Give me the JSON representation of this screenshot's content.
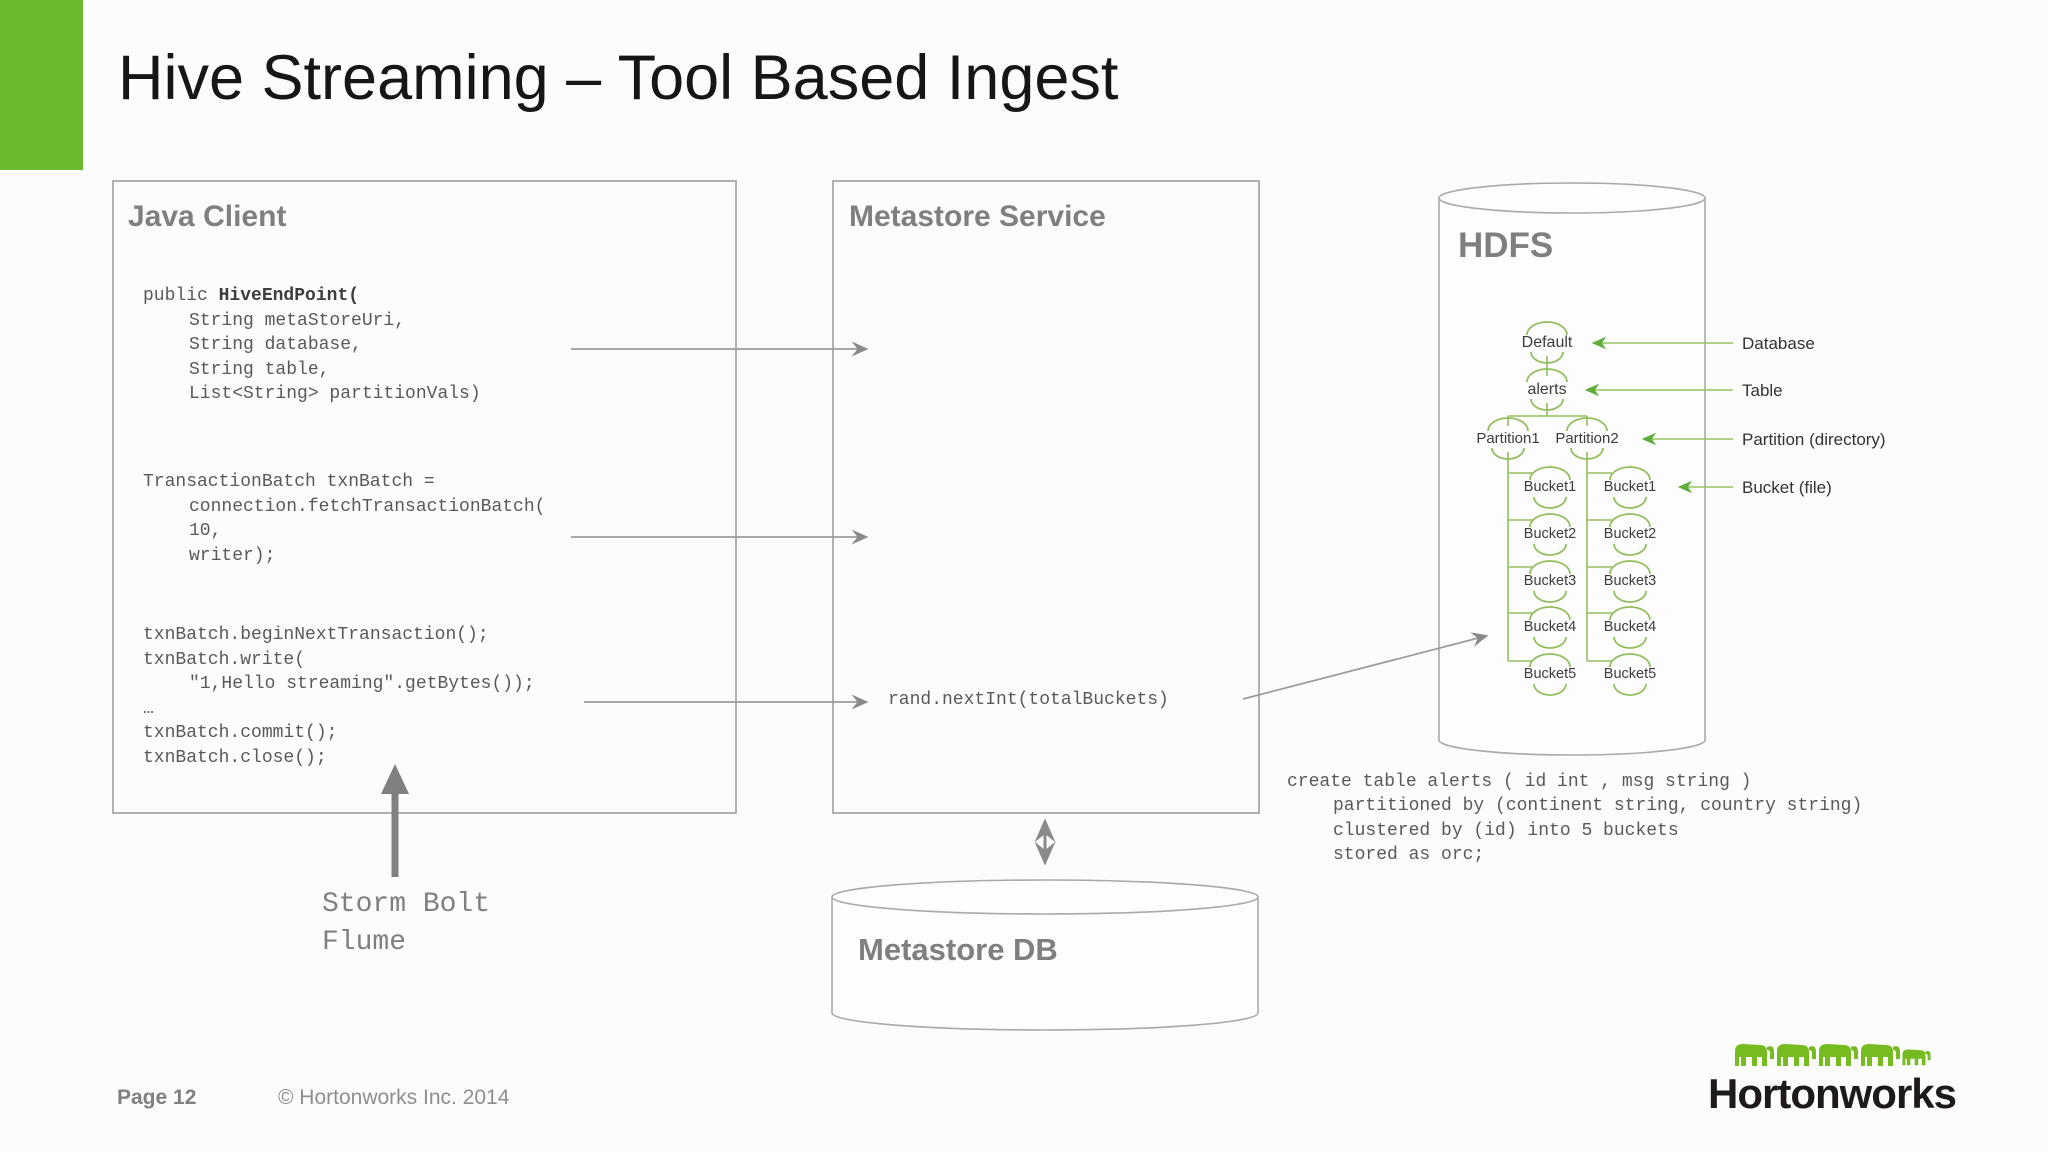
{
  "slide": {
    "title": "Hive Streaming – Tool Based Ingest",
    "accent_color": "#6CBA2C"
  },
  "java_client": {
    "title": "Java Client",
    "code": {
      "sig_prefix": "public ",
      "sig_method": "HiveEndPoint(",
      "sig_params": [
        "String metaStoreUri,",
        "String database,",
        "String table,",
        "List<String> partitionVals)"
      ],
      "txn_lines": [
        "TransactionBatch txnBatch =",
        "connection.fetchTransactionBatch(",
        "10,",
        "writer);"
      ],
      "write_lines": [
        "txnBatch.beginNextTransaction();",
        "txnBatch.write(",
        "\"1,Hello streaming\".getBytes());",
        "…",
        "txnBatch.commit();",
        "txnBatch.close();"
      ]
    }
  },
  "metastore_service": {
    "title": "Metastore Service",
    "bucket_expr": "rand.nextInt(totalBuckets)"
  },
  "metastore_db": {
    "title": "Metastore DB"
  },
  "hdfs": {
    "title": "HDFS",
    "database": "Default",
    "table": "alerts",
    "partitions": [
      "Partition1",
      "Partition2"
    ],
    "buckets": [
      "Bucket1",
      "Bucket2",
      "Bucket3",
      "Bucket4",
      "Bucket5"
    ],
    "legend": [
      "Database",
      "Table",
      "Partition (directory)",
      "Bucket (file)"
    ]
  },
  "ddl_lines": [
    "create table alerts ( id int , msg string )",
    "partitioned by (continent string, country string)",
    "clustered by (id) into 5 buckets",
    "stored as orc;"
  ],
  "ingest_tools": [
    "Storm Bolt",
    "Flume"
  ],
  "footer": {
    "page": "Page 12",
    "copyright": "© Hortonworks Inc. 2014",
    "brand": "Hortonworks"
  }
}
